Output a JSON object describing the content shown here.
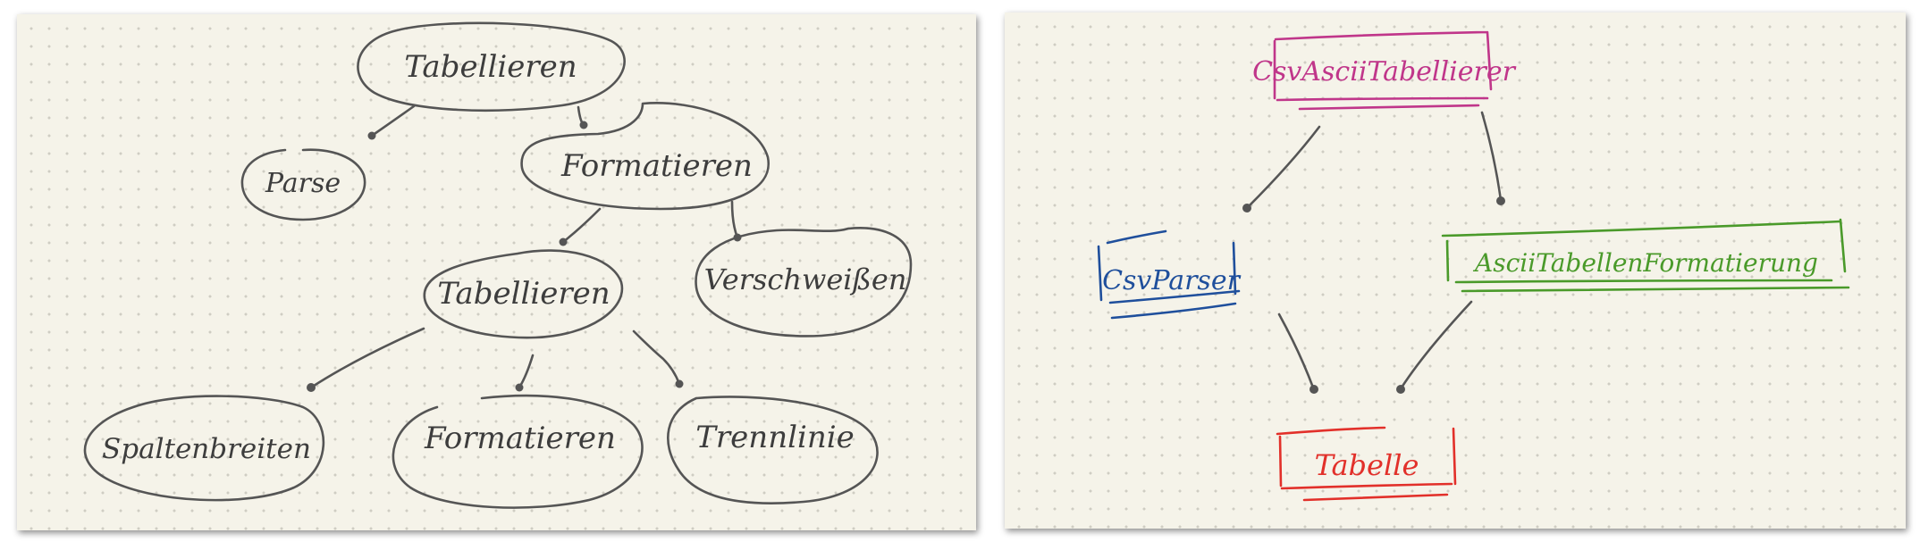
{
  "left_diagram": {
    "nodes": {
      "root": "Tabellieren",
      "parse": "Parse",
      "formatieren": "Formatieren",
      "tabellieren2": "Tabellieren",
      "verschweissen": "Verschweißen",
      "spaltenbreiten": "Spaltenbreiten",
      "formatieren2": "Formatieren",
      "trennlinie": "Trennlinie"
    },
    "ink_color": "#555555"
  },
  "right_diagram": {
    "nodes": {
      "csv_ascii_tabellierer": "CsvAsciiTabellierer",
      "csv_parser": "CsvParser",
      "ascii_tabellen_formatierung": "AsciiTabellenFormatierung",
      "tabelle": "Tabelle"
    },
    "colors": {
      "csv_ascii_tabellierer": "#c0368a",
      "csv_parser": "#1f4f9c",
      "ascii_tabellen_formatierung": "#4a9a2a",
      "tabelle": "#e2302a",
      "edges": "#555555"
    }
  }
}
